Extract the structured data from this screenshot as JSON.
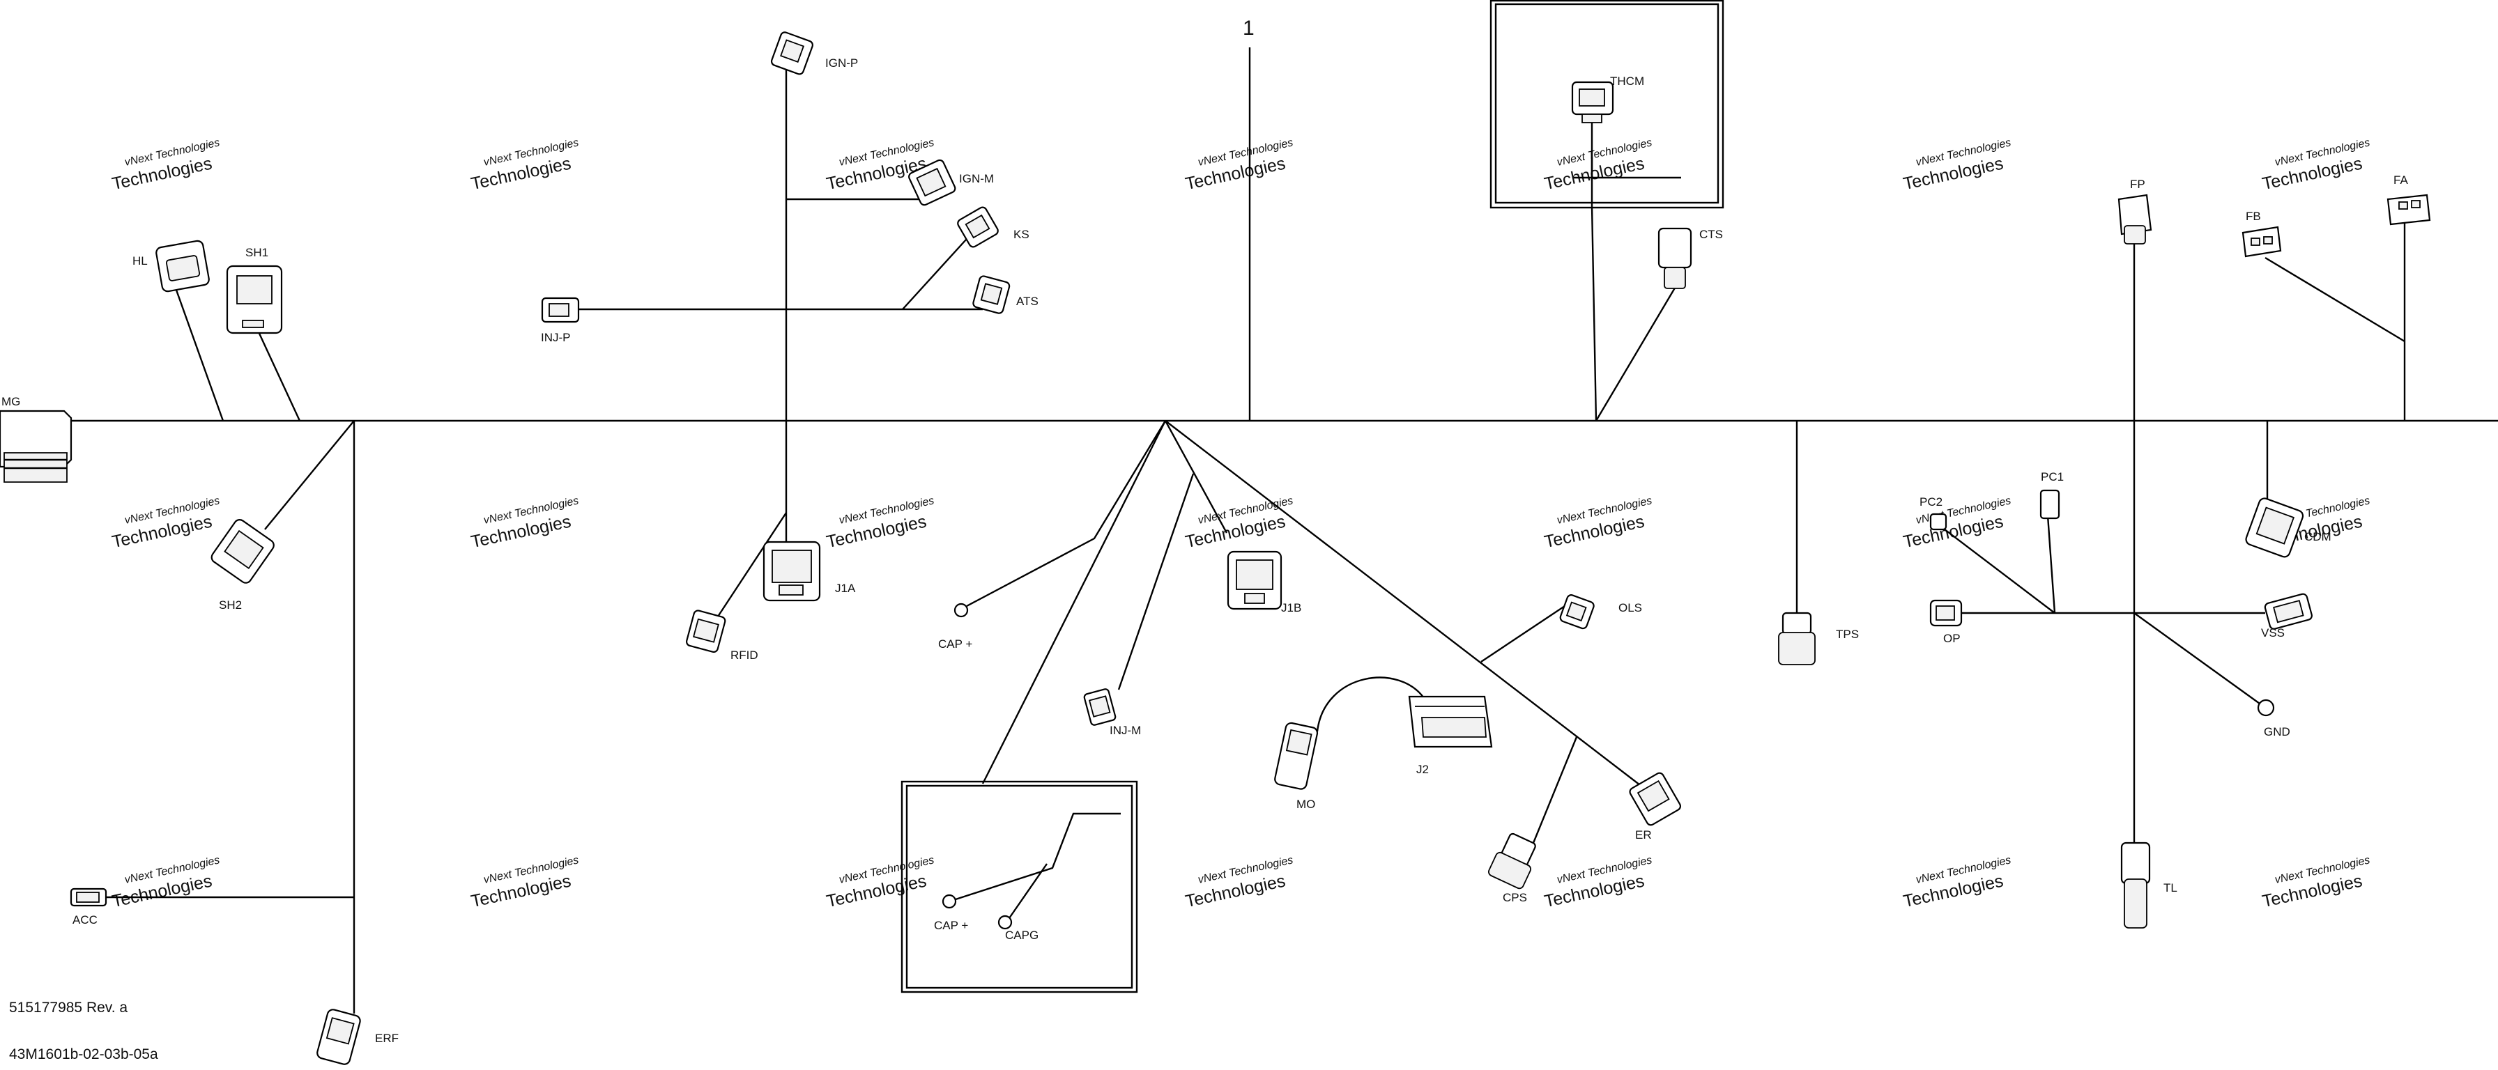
{
  "diagram": {
    "callout": "1",
    "part_number": "515177985 Rev. a",
    "drawing_code": "43M1601b-02-03b-05a",
    "watermark": {
      "line1": "vNext Technologies",
      "line2": "Technologies"
    },
    "connectors": {
      "mg": "MG",
      "hl": "HL",
      "sh1": "SH1",
      "sh2": "SH2",
      "inj_p": "INJ-P",
      "ign_p": "IGN-P",
      "ign_m": "IGN-M",
      "ks": "KS",
      "ats": "ATS",
      "thcm": "THCM",
      "cts": "CTS",
      "fp": "FP",
      "fa": "FA",
      "fb": "FB",
      "j1a": "J1A",
      "rfid": "RFID",
      "cap_plus_1": "CAP +",
      "inj_m": "INJ-M",
      "j1b": "J1B",
      "ols": "OLS",
      "j2": "J2",
      "mo": "MO",
      "cps": "CPS",
      "er": "ER",
      "tps": "TPS",
      "pc2": "PC2",
      "pc1": "PC1",
      "op": "OP",
      "vss": "VSS",
      "gnd": "GND",
      "cdm": "CDM",
      "tl": "TL",
      "acc": "ACC",
      "erf": "ERF",
      "cap_plus_2": "CAP +",
      "capg": "CAPG"
    }
  }
}
